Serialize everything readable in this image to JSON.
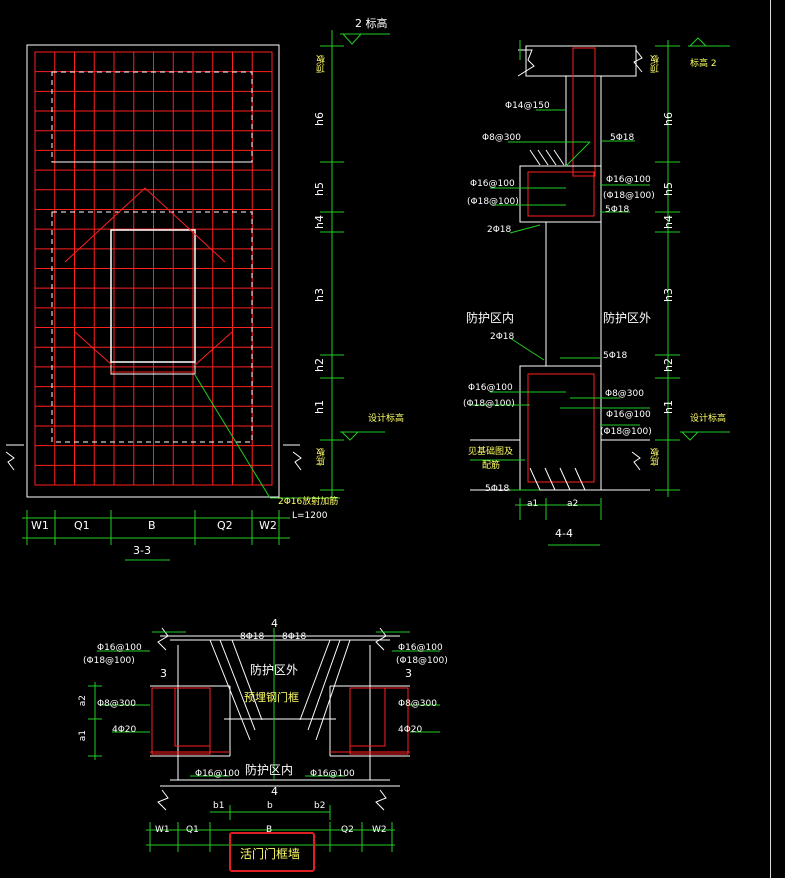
{
  "sections": {
    "s33": {
      "title": "3-3",
      "dims": [
        "W1",
        "Q1",
        "B",
        "Q2",
        "W2"
      ],
      "levels": [
        "h6",
        "h5",
        "h4",
        "h3",
        "h2",
        "h1"
      ],
      "top_level": "2 标高",
      "right_tags": [
        "顶板",
        "底板"
      ],
      "mark_design": "设计标高",
      "rebar_note": "2Φ16放射加筋",
      "length_note": "L=1200"
    },
    "s44": {
      "title": "4-4",
      "top_level": "标高 2",
      "levels": [
        "h6",
        "h5",
        "h4",
        "h3",
        "h2",
        "h1"
      ],
      "right_tags": [
        "顶板",
        "底板"
      ],
      "mark_design": "设计标高",
      "labels": {
        "l1": "Φ14@150",
        "l2": "Φ8@300",
        "l3": "5Φ18",
        "l4": "Φ16@100",
        "l5": "(Φ18@100)",
        "l6": "Φ16@100",
        "l7": "(Φ18@100)",
        "l8": "5Φ18",
        "l9": "2Φ18",
        "l10": "防护区内",
        "l11": "防护区外",
        "l12": "2Φ18",
        "l13": "5Φ18",
        "l14": "Φ16@100",
        "l15": "(Φ18@100)",
        "l16": "Φ8@300",
        "l17": "Φ16@100",
        "l18": "(Φ18@100)",
        "l19": "见基础图及",
        "l20": "配筋",
        "l21": "5Φ18",
        "a1": "a1",
        "a2": "a2"
      }
    },
    "plan": {
      "title": "活门门框墙",
      "sec_top": "4",
      "sec_bot": "4",
      "sec3_left": "3",
      "sec3_right": "3",
      "labels": {
        "p1": "Φ16@100",
        "p2": "(Φ18@100)",
        "p3": "8Φ18",
        "p4": "8Φ18",
        "p5": "Φ16@100",
        "p6": "(Φ18@100)",
        "p7": "防护区外",
        "p8": "预埋钢门框",
        "p9": "Φ8@300",
        "p10": "Φ8@300",
        "p11": "4Φ20",
        "p12": "4Φ20",
        "p13": "防护区内",
        "p14": "Φ16@100",
        "p15": "Φ16@100",
        "a2": "a2",
        "a1": "a1"
      },
      "dims_top": [
        "b1",
        "b",
        "b2"
      ],
      "dims": [
        "W1",
        "Q1",
        "B",
        "Q2",
        "W2"
      ]
    }
  }
}
